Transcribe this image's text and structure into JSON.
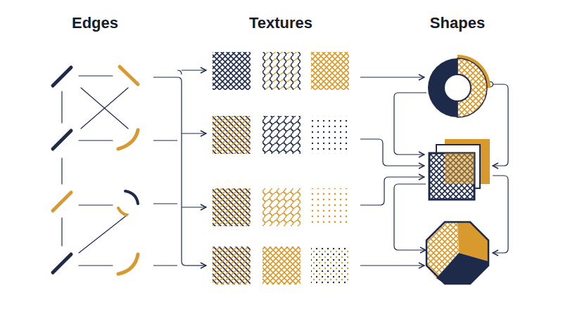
{
  "diagram": {
    "labels": [
      "Edges",
      "Textures",
      "Shapes"
    ]
  }
}
